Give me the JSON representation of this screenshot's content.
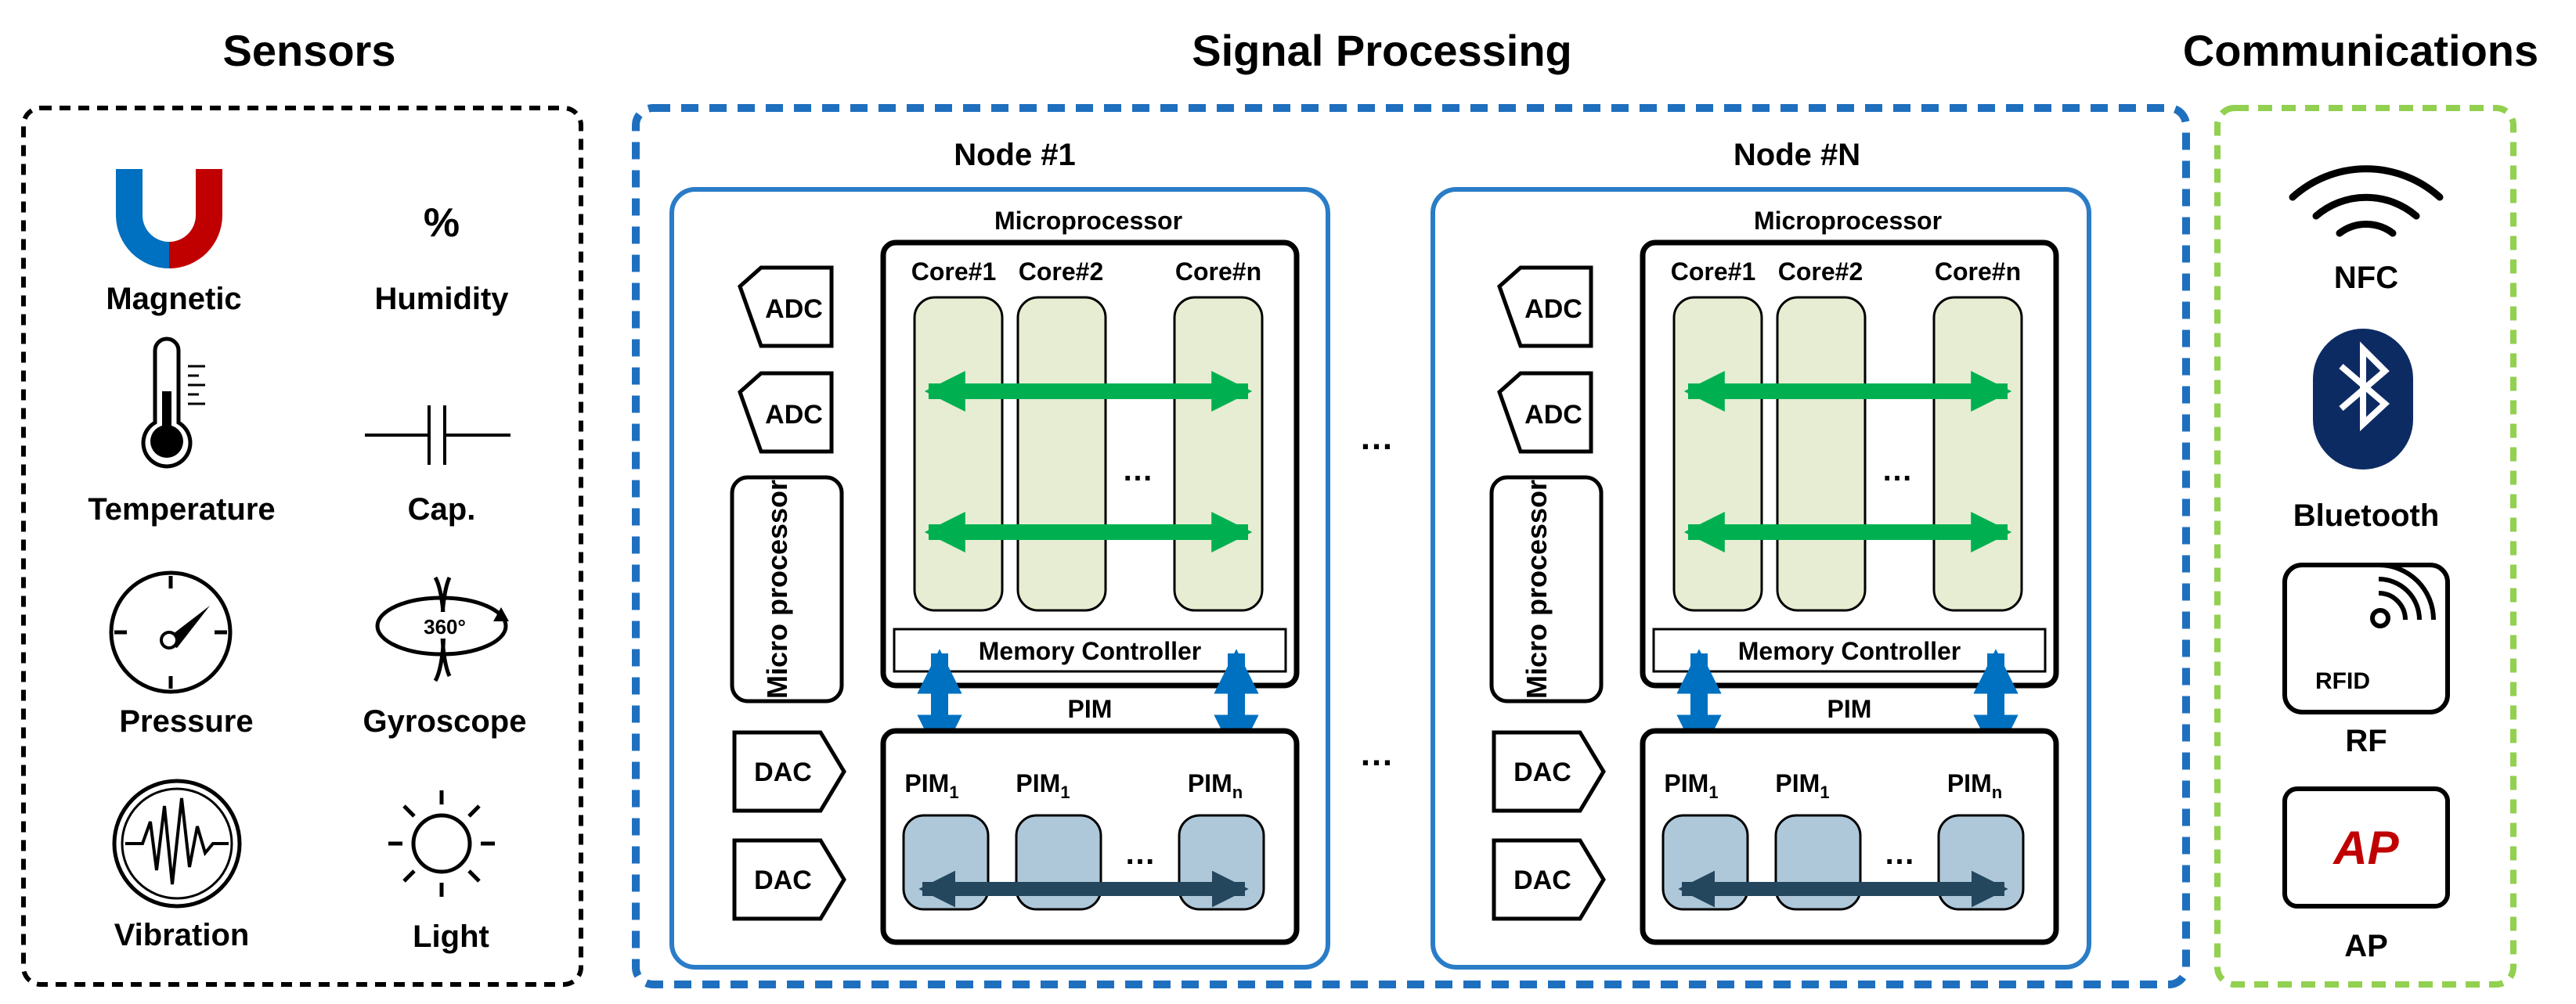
{
  "sections": {
    "sensors": "Sensors",
    "signal_processing": "Signal Processing",
    "communications": "Communications"
  },
  "sensors": {
    "magnetic": "Magnetic",
    "humidity_symbol": "%",
    "humidity": "Humidity",
    "temperature": "Temperature",
    "cap": "Cap.",
    "pressure": "Pressure",
    "gyro_badge": "360°",
    "gyroscope": "Gyroscope",
    "vibration": "Vibration",
    "light": "Light"
  },
  "nodes": [
    {
      "title": "Node #1",
      "microprocessor": "Microprocessor",
      "adc": [
        "ADC",
        "ADC"
      ],
      "dac": [
        "DAC",
        "DAC"
      ],
      "micro_processor_side": "Micro processor",
      "cores": [
        "Core#1",
        "Core#2",
        "Core#n"
      ],
      "ellipsis": "…",
      "memory_controller": "Memory Controller",
      "pim": "PIM",
      "pim_units": [
        {
          "base": "PIM",
          "sub": "1"
        },
        {
          "base": "PIM",
          "sub": "1"
        },
        {
          "base": "PIM",
          "sub": "n"
        }
      ]
    },
    {
      "title": "Node #N",
      "microprocessor": "Microprocessor",
      "adc": [
        "ADC",
        "ADC"
      ],
      "dac": [
        "DAC",
        "DAC"
      ],
      "micro_processor_side": "Micro processor",
      "cores": [
        "Core#1",
        "Core#2",
        "Core#n"
      ],
      "ellipsis": "…",
      "memory_controller": "Memory Controller",
      "pim": "PIM",
      "pim_units": [
        {
          "base": "PIM",
          "sub": "1"
        },
        {
          "base": "PIM",
          "sub": "1"
        },
        {
          "base": "PIM",
          "sub": "n"
        }
      ]
    }
  ],
  "between_nodes": "…",
  "communications": {
    "nfc": "NFC",
    "bluetooth": "Bluetooth",
    "rfid_badge": "RFID",
    "rf": "RF",
    "ap_badge": "AP",
    "ap": "AP"
  },
  "colors": {
    "sensors_border": "#000000",
    "signal_border": "#1f6fbf",
    "node_border": "#2a7cc7",
    "comm_border": "#92d050",
    "core_fill": "#e6edd2",
    "pim_fill": "#aec8da",
    "green_arrow": "#00b050",
    "blue_arrow": "#0070c0",
    "dark_arrow": "#24475e",
    "magnet_red": "#c00000",
    "magnet_blue": "#0070c0",
    "bluetooth_bg": "#0d2b63",
    "ap_red": "#c00000"
  }
}
